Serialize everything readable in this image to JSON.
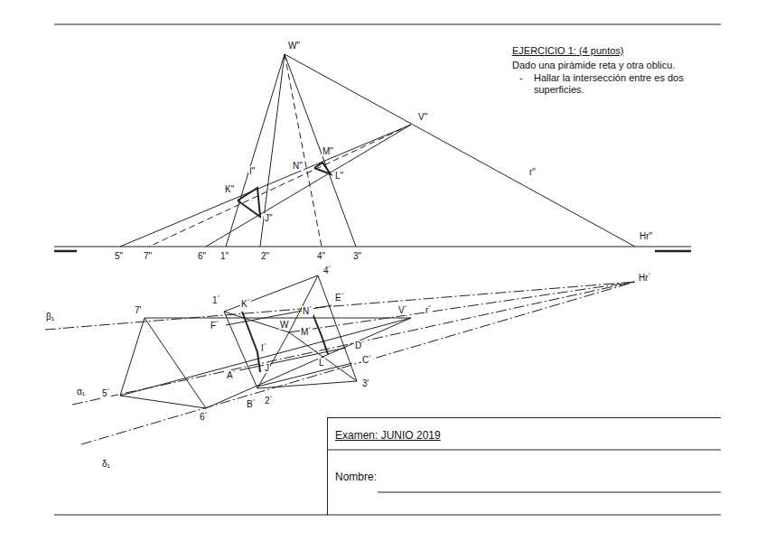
{
  "diagram": {
    "nodes": [
      {
        "text": [
          "Examen: JUNIO 2019",
          "Nombre:"
        ]
      }
    ],
    "labels": [
      "EJERCICIO 1: (4 puntos)",
      "Dado una pirámide reta y otra oblicu.",
      "-",
      "Hallar la intersección entre es dos superficies.",
      "W\"",
      "V\"",
      "M\"",
      "N\"",
      "L\"",
      "I\"",
      "K\"",
      "J\"",
      "r\"",
      "Hr\"",
      "5\"",
      "7\"",
      "6\"",
      "1\"",
      "2\"",
      "4\"",
      "3\"",
      "4´",
      "1´",
      "E´",
      "K´",
      "N´",
      "V´",
      "r´",
      "Hr´",
      "7'",
      "F´",
      "W",
      "M´",
      "D´",
      "I´",
      "L",
      "C´",
      "A´",
      "J",
      "5´",
      "3'",
      "B´",
      "2´",
      "6´",
      "β₁",
      "α₁",
      "δ₁"
    ]
  }
}
